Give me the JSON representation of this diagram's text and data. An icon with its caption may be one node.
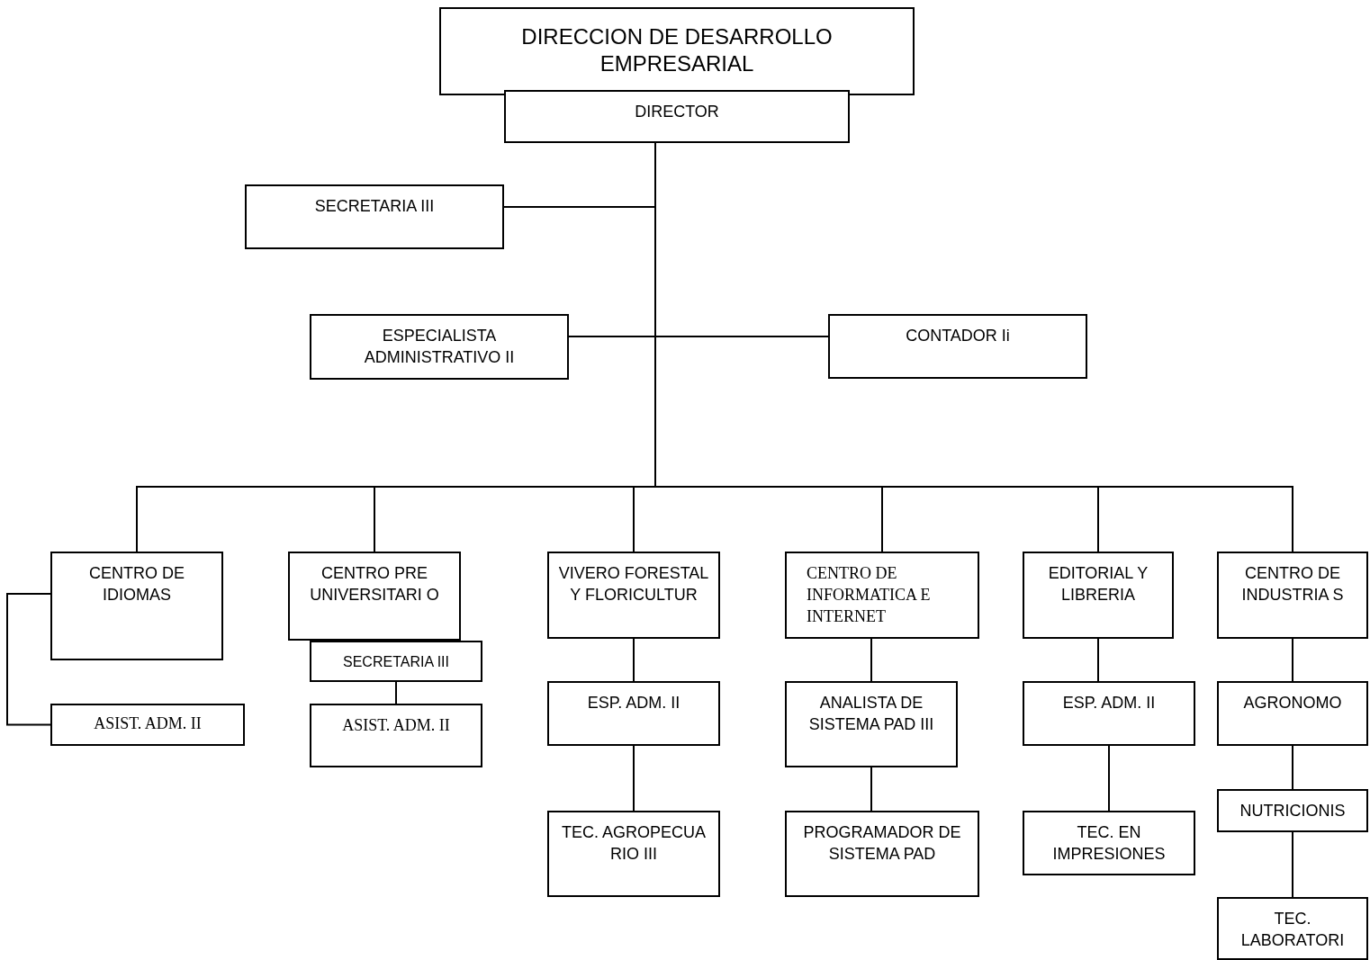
{
  "diagram": {
    "nodes": [
      {
        "text": [
          "DIRECCION DE DESARROLLO EMPRESARIAL"
        ]
      },
      {
        "text": [
          "DIRECTOR"
        ]
      },
      {
        "text": [
          "SECRETARIA III"
        ]
      },
      {
        "text": [
          "ESPECIALISTA ADMINISTRATIVO II"
        ]
      },
      {
        "text": [
          "CONTADOR  Ii"
        ]
      },
      {
        "text": [
          "CENTRO DE IDIOMAS"
        ]
      },
      {
        "text": [
          "CENTRO PRE UNIVERSITARI O"
        ]
      },
      {
        "text": [
          "VIVERO FORESTAL Y FLORICULTUR"
        ]
      },
      {
        "text": [
          "CENTRO DE INFORMATICA E INTERNET"
        ]
      },
      {
        "text": [
          "EDITORIAL Y LIBRERIA"
        ]
      },
      {
        "text": [
          "CENTRO DE INDUSTRIA S"
        ]
      },
      {
        "text": [
          "ASIST.  ADM. II"
        ]
      },
      {
        "text": [
          "SECRETARIA III"
        ]
      },
      {
        "text": [
          "ASIST.  ADM. II"
        ]
      },
      {
        "text": [
          "ESP. ADM. II"
        ]
      },
      {
        "text": [
          "TEC. AGROPECUA RIO III"
        ]
      },
      {
        "text": [
          "ANALISTA DE SISTEMA PAD III"
        ]
      },
      {
        "text": [
          "PROGRAMADOR DE SISTEMA PAD"
        ]
      },
      {
        "text": [
          "ESP. ADM. II"
        ]
      },
      {
        "text": [
          "TEC.  EN IMPRESIONES"
        ]
      },
      {
        "text": [
          "AGRONOMO"
        ]
      },
      {
        "text": [
          "NUTRICIONIS"
        ]
      },
      {
        "text": [
          "TEC. LABORATORI"
        ]
      }
    ],
    "edges": [
      {
        "from": 1,
        "to": 2,
        "arrow": "none"
      },
      {
        "from": 1,
        "to": 3,
        "arrow": "none"
      },
      {
        "from": 1,
        "to": 4,
        "arrow": "none"
      },
      {
        "from": 1,
        "to": 5,
        "arrow": "none"
      },
      {
        "from": 1,
        "to": 6,
        "arrow": "none"
      },
      {
        "from": 1,
        "to": 7,
        "arrow": "none"
      },
      {
        "from": 1,
        "to": 8,
        "arrow": "none"
      },
      {
        "from": 1,
        "to": 9,
        "arrow": "none"
      },
      {
        "from": 1,
        "to": 10,
        "arrow": "none"
      },
      {
        "from": 5,
        "to": 11,
        "arrow": "none"
      },
      {
        "from": 12,
        "to": 13,
        "arrow": "none"
      },
      {
        "from": 7,
        "to": 14,
        "arrow": "none"
      },
      {
        "from": 14,
        "to": 15,
        "arrow": "none"
      },
      {
        "from": 8,
        "to": 16,
        "arrow": "none"
      },
      {
        "from": 16,
        "to": 17,
        "arrow": "none"
      },
      {
        "from": 9,
        "to": 18,
        "arrow": "none"
      },
      {
        "from": 18,
        "to": 19,
        "arrow": "none"
      },
      {
        "from": 10,
        "to": 20,
        "arrow": "none"
      },
      {
        "from": 20,
        "to": 21,
        "arrow": "none"
      },
      {
        "from": 21,
        "to": 22,
        "arrow": "none"
      }
    ]
  }
}
